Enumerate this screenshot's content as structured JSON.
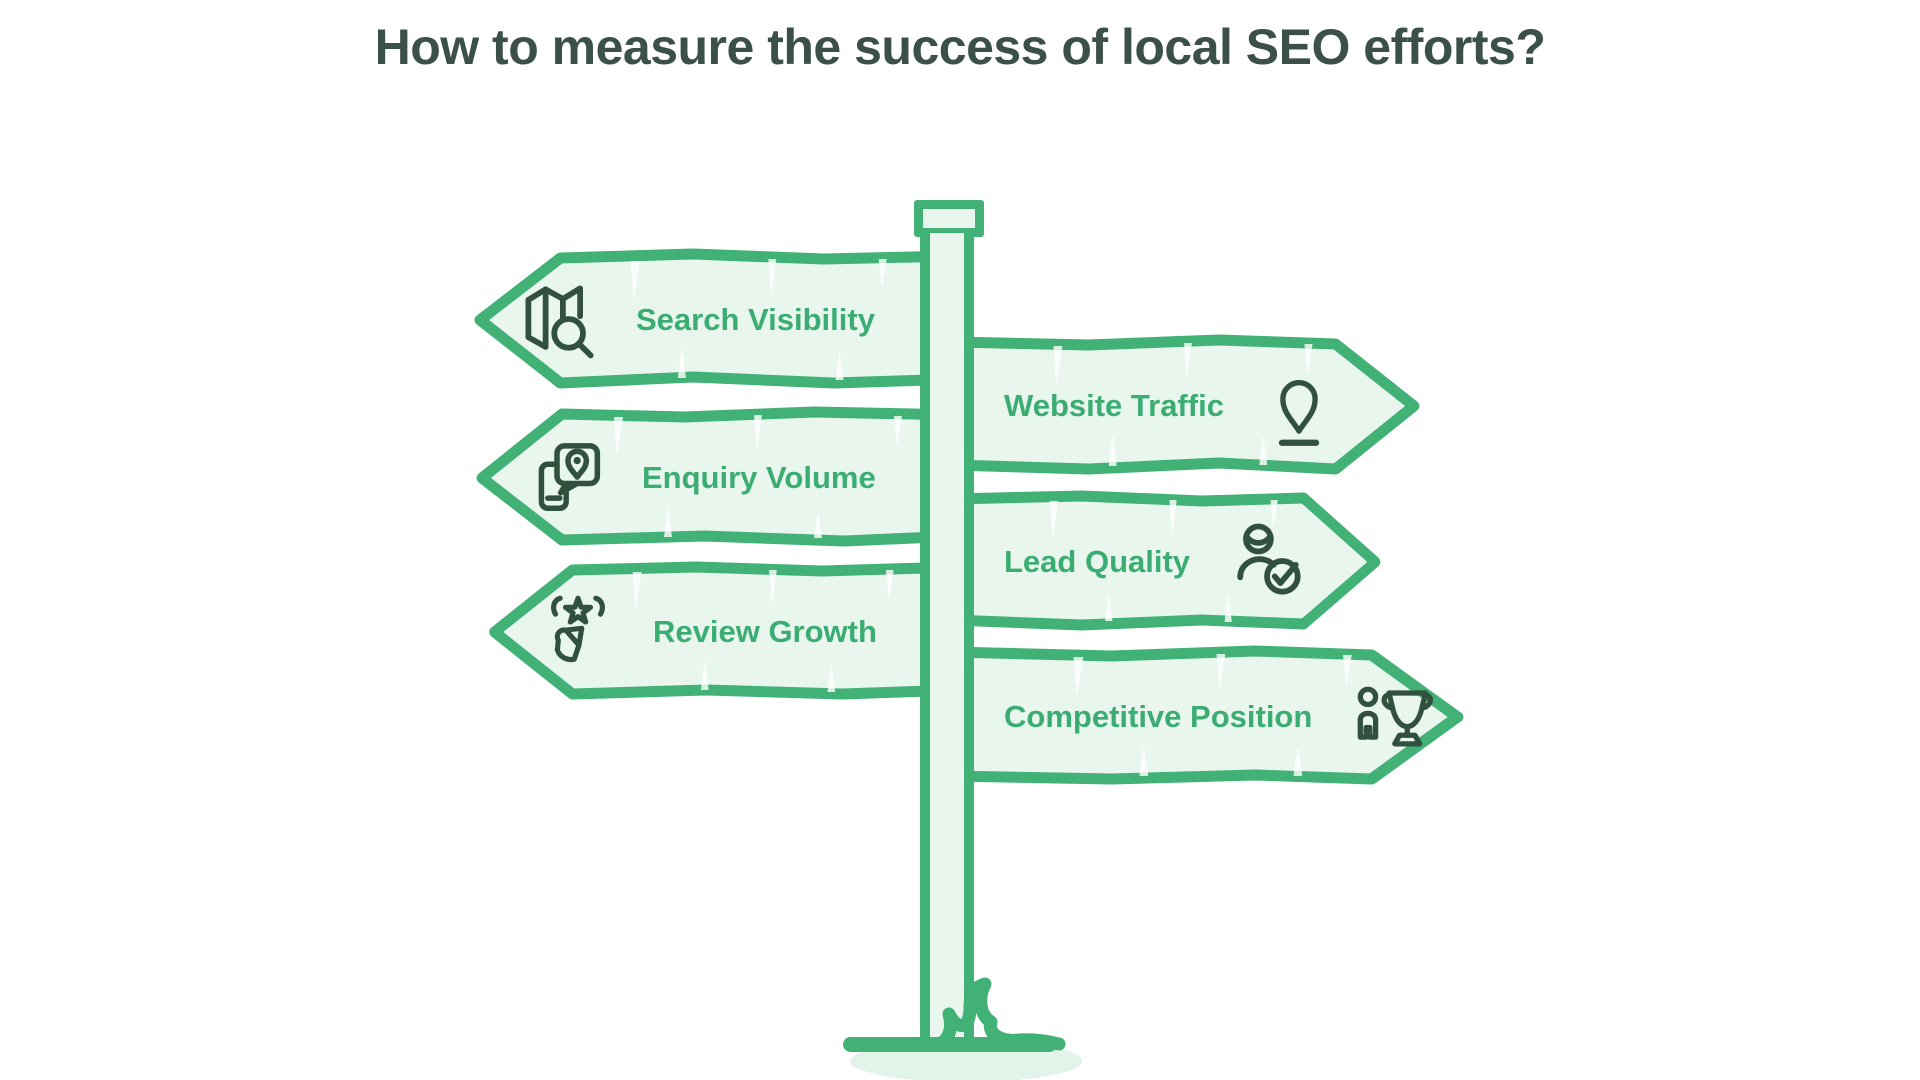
{
  "title": "How to measure the success of local SEO efforts?",
  "signs": [
    {
      "label": "Search Visibility",
      "side": "left",
      "icon": "map-search-icon"
    },
    {
      "label": "Enquiry Volume",
      "side": "left",
      "icon": "phone-location-icon"
    },
    {
      "label": "Review Growth",
      "side": "left",
      "icon": "stars-review-icon"
    },
    {
      "label": "Website Traffic",
      "side": "right",
      "icon": "location-pin-icon"
    },
    {
      "label": "Lead Quality",
      "side": "right",
      "icon": "person-check-icon"
    },
    {
      "label": "Competitive Position",
      "side": "right",
      "icon": "person-trophy-icon"
    }
  ],
  "colors": {
    "green": "#41B176",
    "sign-fill": "#E8F6EE",
    "label-green": "#3BAD72",
    "icon-ink": "#31503E",
    "title-ink": "#3B5147",
    "shadow": "#E2F3E9"
  }
}
